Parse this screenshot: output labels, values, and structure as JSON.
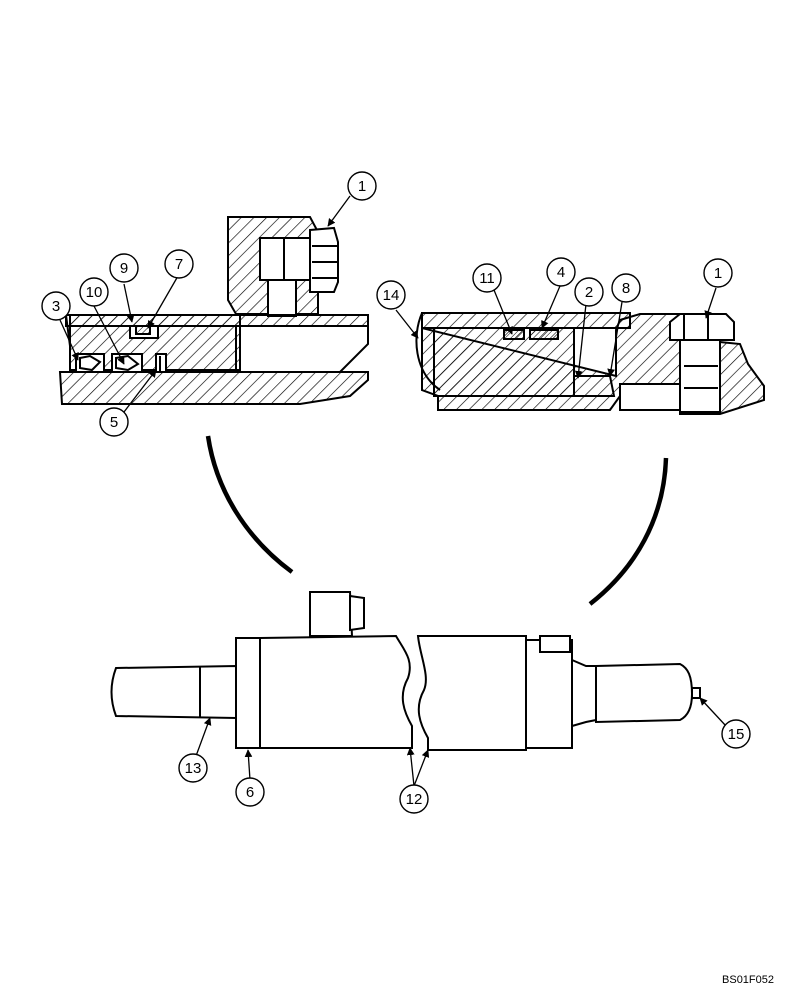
{
  "drawing_code": "BS01F052",
  "callouts": {
    "c1a": "1",
    "c1b": "1",
    "c2": "2",
    "c3": "3",
    "c4": "4",
    "c5": "5",
    "c6": "6",
    "c7": "7",
    "c8": "8",
    "c9": "9",
    "c10": "10",
    "c11": "11",
    "c12": "12",
    "c13": "13",
    "c14": "14",
    "c15": "15"
  }
}
